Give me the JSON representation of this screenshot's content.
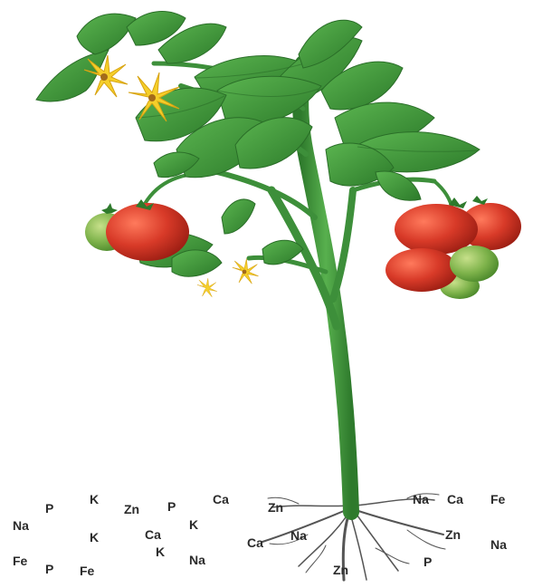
{
  "subject": "tomato-plant",
  "colors": {
    "leaf": "#3f9a3a",
    "leaf_dark": "#2c7a2a",
    "stem": "#3d8f3a",
    "tomato_red": "#d83a28",
    "tomato_green": "#7db24a",
    "flower": "#f5cf2a",
    "root": "#555555"
  },
  "soil_labels": [
    "Na",
    "P",
    "K",
    "Zn",
    "P",
    "Ca",
    "Zn",
    "K",
    "Ca",
    "K",
    "K",
    "Fe",
    "P",
    "Fe",
    "Na",
    "Ca",
    "Na",
    "Na",
    "Ca",
    "Fe",
    "Zn",
    "Na",
    "Zn",
    "P"
  ]
}
